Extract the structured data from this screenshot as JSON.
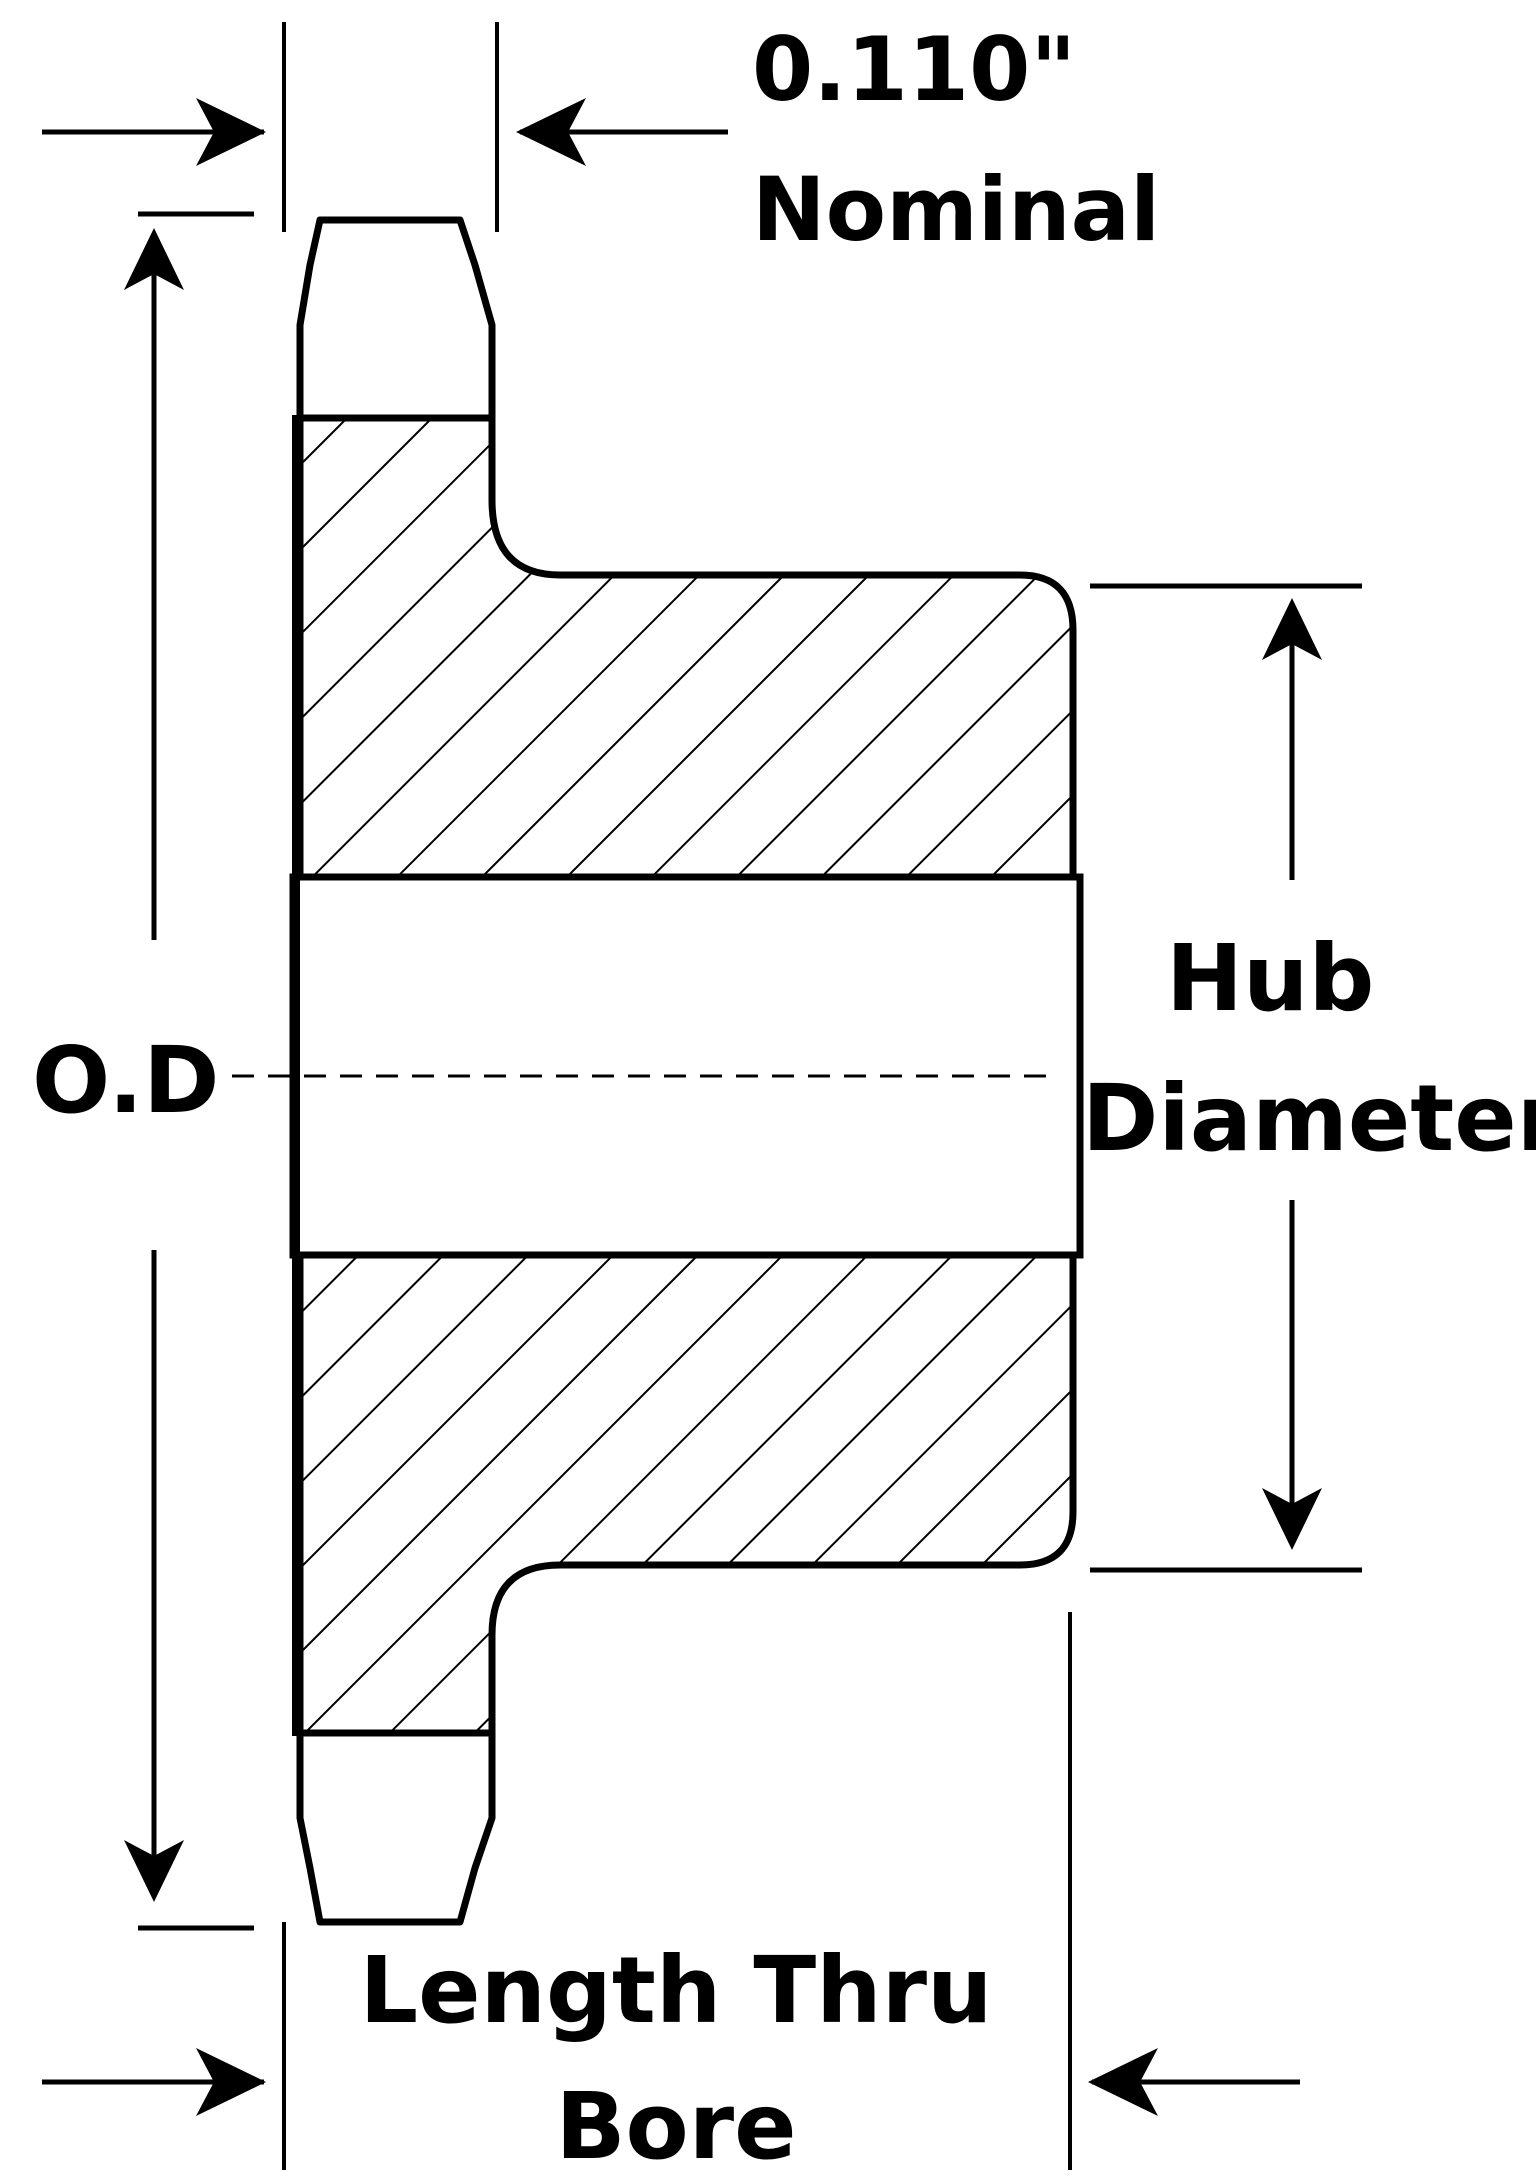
{
  "labels": {
    "face_width_value": "0.110\"",
    "face_width_note": "Nominal",
    "od": "O.D",
    "hub_line1": "Hub",
    "hub_line2": "Diameter",
    "length_line1": "Length Thru",
    "length_line2": "Bore"
  },
  "colors": {
    "line": "#000000",
    "background": "#ffffff"
  }
}
